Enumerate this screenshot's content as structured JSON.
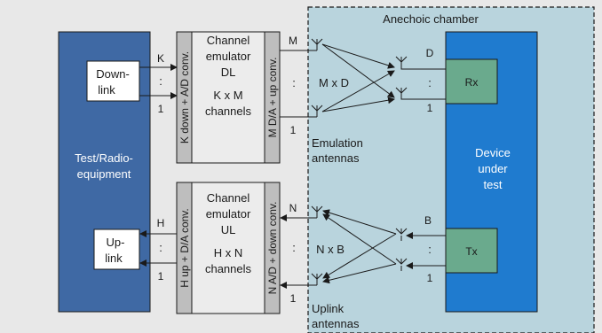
{
  "chamber": {
    "title": "Anechoic chamber"
  },
  "test_equipment": {
    "label": "Test/Radio-equipment",
    "line1": "Test/Radio-",
    "line2": "equipment"
  },
  "downlink_port": {
    "line1": "Down-",
    "line2": "link",
    "count": "K",
    "index": "1"
  },
  "uplink_port": {
    "line1": "Up-",
    "line2": "link",
    "count": "H",
    "index": "1"
  },
  "conv_k_down": {
    "label": "K down + A/D conv."
  },
  "conv_h_up": {
    "label": "H up + D/A conv."
  },
  "emulator_dl": {
    "line1": "Channel",
    "line2": "emulator",
    "line3": "DL",
    "line4": "K x M",
    "line5": "channels"
  },
  "emulator_ul": {
    "line1": "Channel",
    "line2": "emulator",
    "line3": "UL",
    "line4": "H x N",
    "line5": "channels"
  },
  "conv_m_up": {
    "label": "M D/A + up conv."
  },
  "conv_n_down": {
    "label": "N A/D + down conv."
  },
  "dl_antennas": {
    "count": "M",
    "index": "1",
    "label1": "Emulation",
    "label2": "antennas"
  },
  "ul_antennas": {
    "count": "N",
    "index": "1",
    "label1": "Uplink",
    "label2": "antennas"
  },
  "dl_matrix": {
    "label": "M x D"
  },
  "ul_matrix": {
    "label": "N x B"
  },
  "device": {
    "line1": "Device",
    "line2": "under",
    "line3": "test",
    "rx": "Rx",
    "tx": "Tx"
  },
  "device_rx_antennas": {
    "count": "D",
    "index": "1"
  },
  "device_tx_antennas": {
    "count": "B",
    "index": "1"
  },
  "dots": ":",
  "colors": {
    "background": "#e8e8e8",
    "chamber": "#b9d4dd",
    "equipment": "#3f69a4",
    "device": "#1f7bcf",
    "rx_tx": "#6aaa8d",
    "converter": "#bebebe",
    "emulator": "#ececec"
  }
}
